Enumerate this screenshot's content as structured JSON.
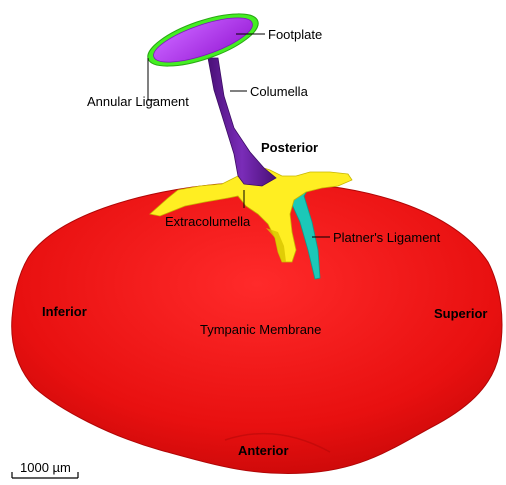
{
  "labels": {
    "footplate": "Footplate",
    "columella": "Columella",
    "annular_ligament": "Annular Ligament",
    "extracolumella": "Extracolumella",
    "platners_ligament": "Platner's Ligament",
    "tympanic_membrane": "Tympanic Membrane"
  },
  "directions": {
    "posterior": "Posterior",
    "anterior": "Anterior",
    "inferior": "Inferior",
    "superior": "Superior"
  },
  "scale_bar": {
    "label": "1000 µm"
  },
  "colors": {
    "tympanic_membrane": "#ee1111",
    "extracolumella": "#ffee22",
    "columella": "#6a1fa0",
    "footplate": "#b13cf0",
    "annular_ligament": "#44ee22",
    "platners_ligament": "#1cc8b8"
  }
}
